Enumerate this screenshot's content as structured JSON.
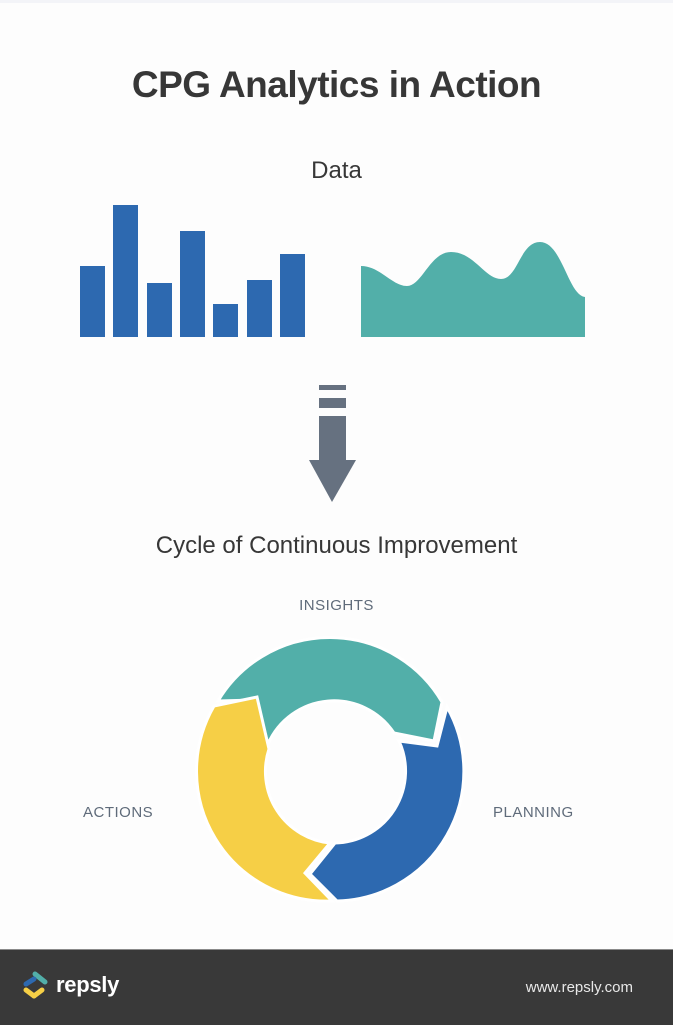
{
  "header": {
    "title": "CPG Analytics in Action"
  },
  "data_section": {
    "label": "Data"
  },
  "cycle_section": {
    "label": "Cycle of Continuous Improvement",
    "segments": [
      {
        "label": "INSIGHTS",
        "color": "#52afa9"
      },
      {
        "label": "PLANNING",
        "color": "#2d69b0"
      },
      {
        "label": "ACTIONS",
        "color": "#f6cf46"
      }
    ]
  },
  "footer": {
    "brand": "repsly",
    "url": "www.repsly.com"
  },
  "colors": {
    "bar_blue": "#2d69b0",
    "area_teal": "#52afa9",
    "arrow_gray": "#667180",
    "cycle_yellow": "#f6cf46",
    "footer_bg": "#393939",
    "text_dark": "#373737",
    "label_gray": "#5f6b7a"
  },
  "chart_data": [
    {
      "type": "bar",
      "title": "",
      "categories": [
        "1",
        "2",
        "3",
        "4",
        "5",
        "6",
        "7"
      ],
      "values": [
        71,
        133,
        54,
        107,
        33,
        58,
        83
      ],
      "xlabel": "",
      "ylabel": "",
      "note": "decorative illustrative bar chart, no axes; values are pixel heights"
    },
    {
      "type": "area",
      "title": "",
      "x": [
        0,
        1,
        2,
        3,
        4,
        5,
        6,
        7
      ],
      "values": [
        66,
        47,
        86,
        58,
        94,
        38
      ],
      "note": "decorative wavy area chart, no axes; relative heights"
    },
    {
      "type": "pie",
      "title": "Cycle of Continuous Improvement",
      "categories": [
        "INSIGHTS",
        "PLANNING",
        "ACTIONS"
      ],
      "values": [
        33.3,
        33.3,
        33.3
      ],
      "note": "donut cycle diagram with three arrow segments"
    }
  ]
}
